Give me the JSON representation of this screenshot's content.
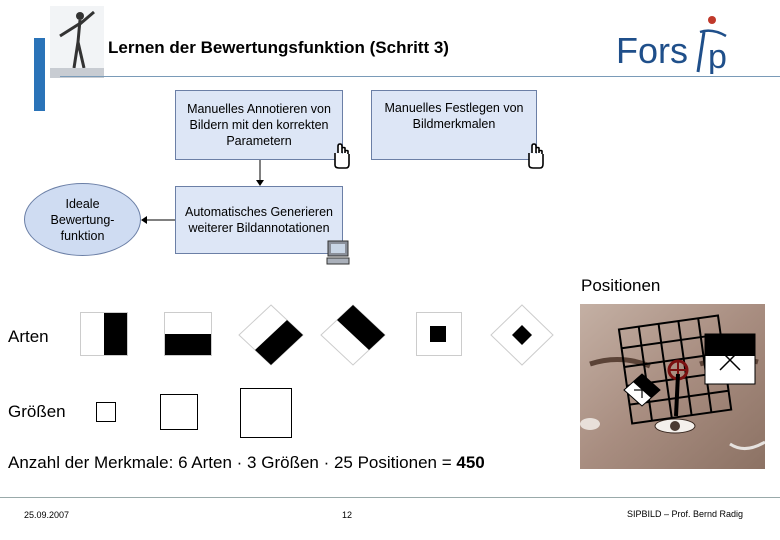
{
  "header": {
    "title": "Lernen der Bewertungsfunktion (Schritt 3)",
    "logo_text": "Forsip",
    "accent_color": "#2a73b8"
  },
  "flow": {
    "box_annotate": "Manuelles Annotieren von Bildern mit den korrekten Parametern",
    "box_features": "Manuelles Festlegen von Bildmerkmalen",
    "box_generate": "Automatisches Generieren weiterer Bildannotationen",
    "ellipse_ideal": "Ideale Bewertung-funktion",
    "hand_icon": "hand-icon",
    "computer_icon": "computer-icon"
  },
  "features": {
    "positions_label": "Positionen",
    "kinds_label": "Arten",
    "sizes_label": "Größen",
    "formula": "Anzahl der Merkmale: 6 Arten · 3 Größen · 25 Positionen = ",
    "formula_result": "450"
  },
  "footer": {
    "date": "25.09.2007",
    "page": "12",
    "credit": "SIPBILD – Prof. Bernd Radig"
  }
}
